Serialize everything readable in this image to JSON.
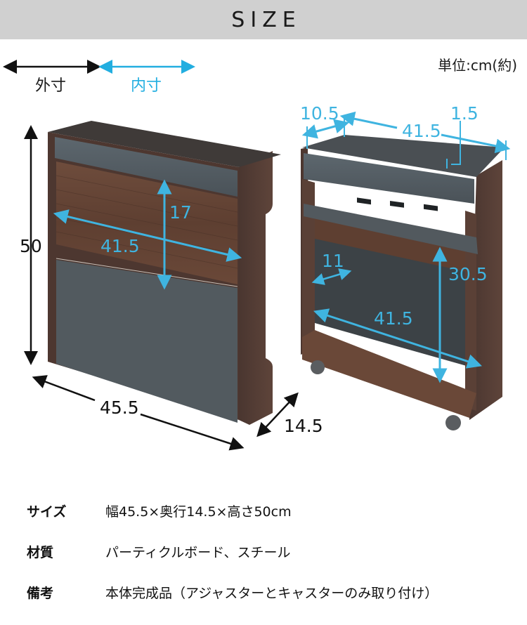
{
  "header": {
    "title": "SIZE"
  },
  "legend": {
    "outer": {
      "label": "外寸",
      "color": "#111111"
    },
    "inner": {
      "label": "内寸",
      "color": "#22aee0"
    }
  },
  "unit_note": "単位:cm(約)",
  "colors": {
    "header_bg": "#d0d0d0",
    "dimension_blue": "#3fb4e0",
    "wood_dark": "#5a4036",
    "wood_panel": "#6b4a3a",
    "steel_gray": "#50585e"
  },
  "figure_left": {
    "description": "closed front view",
    "dimensions": {
      "height": "50",
      "width": "45.5",
      "depth": "14.5",
      "panel_width": "41.5",
      "panel_height": "17"
    }
  },
  "figure_right": {
    "description": "open inner view with casters",
    "dimensions": {
      "tray_depth": "10.5",
      "tray_width": "41.5",
      "slot_width": "1.5",
      "inner_depth": "11",
      "inner_height": "30.5",
      "inner_width": "41.5"
    }
  },
  "specs": [
    {
      "label": "サイズ",
      "value": "幅45.5×奥行14.5×高さ50cm"
    },
    {
      "label": "材質",
      "value": "パーティクルボード、スチール"
    },
    {
      "label": "備考",
      "value": "本体完成品（アジャスターとキャスターのみ取り付け）"
    }
  ]
}
